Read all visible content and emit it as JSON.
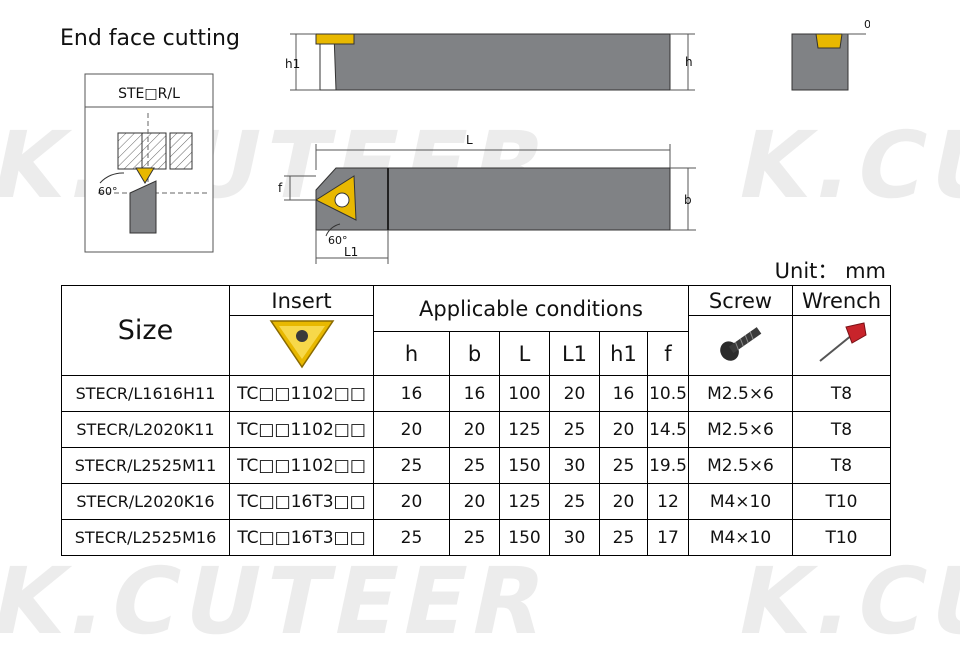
{
  "title": "End face cutting",
  "inset_label": "STE□R/L",
  "angles": {
    "inset": "60°",
    "main": "60°",
    "end_view": "0°"
  },
  "dim_labels": {
    "h1": "h1",
    "h": "h",
    "L": "L",
    "f": "f",
    "b": "b",
    "L1": "L1"
  },
  "watermark": "K.CUTEER",
  "unit": "Unit： mm",
  "table": {
    "size_header": "Size",
    "insert_header": "Insert",
    "conditions_header": "Applicable conditions",
    "screw_header": "Screw",
    "wrench_header": "Wrench",
    "sub_headers": [
      "h",
      "b",
      "L",
      "L1",
      "h1",
      "f"
    ],
    "rows": [
      [
        "STECR/L1616H11",
        "TC□□1102□□",
        "16",
        "16",
        "100",
        "20",
        "16",
        "10.5",
        "M2.5×6",
        "T8"
      ],
      [
        "STECR/L2020K11",
        "TC□□1102□□",
        "20",
        "20",
        "125",
        "25",
        "20",
        "14.5",
        "M2.5×6",
        "T8"
      ],
      [
        "STECR/L2525M11",
        "TC□□1102□□",
        "25",
        "25",
        "150",
        "30",
        "25",
        "19.5",
        "M2.5×6",
        "T8"
      ],
      [
        "STECR/L2020K16",
        "TC□□16T3□□",
        "20",
        "20",
        "125",
        "25",
        "20",
        "12",
        "M4×10",
        "T10"
      ],
      [
        "STECR/L2525M16",
        "TC□□16T3□□",
        "25",
        "25",
        "150",
        "30",
        "25",
        "17",
        "M4×10",
        "T10"
      ]
    ]
  },
  "icons": {
    "insert": "triangle-insert-icon",
    "screw": "torx-screw-icon",
    "wrench": "torx-wrench-icon"
  },
  "colors": {
    "insert_gold": "#e8b800",
    "holder_grey": "#808285",
    "wrench_red": "#c8242b"
  }
}
